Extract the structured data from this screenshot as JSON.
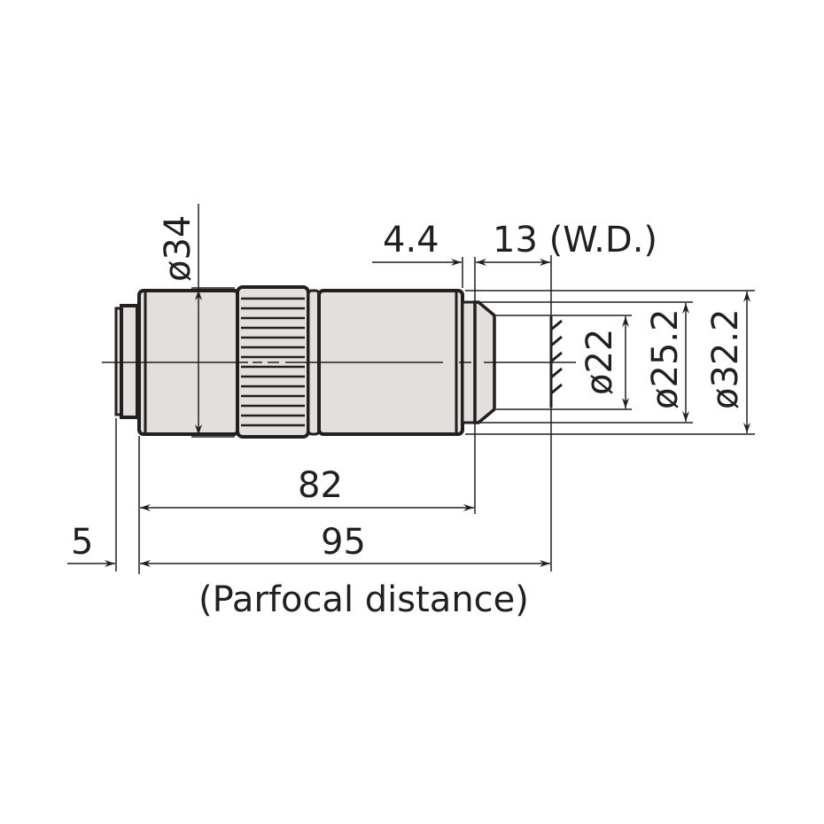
{
  "diagram": {
    "subject": "microscope-objective-dimensions",
    "colors": {
      "line": "#231f20",
      "body_fill": "#e2dfdd",
      "background": "#ffffff"
    },
    "labels": {
      "dia_34": "ø34",
      "dim_4_4": "4.4",
      "dim_13_wd": "13 (W.D.)",
      "dia_22": "ø22",
      "dia_25_2": "ø25.2",
      "dia_32_2": "ø32.2",
      "dim_82": "82",
      "dim_95": "95",
      "dim_5": "5",
      "parfocal": "(Parfocal distance)"
    }
  }
}
